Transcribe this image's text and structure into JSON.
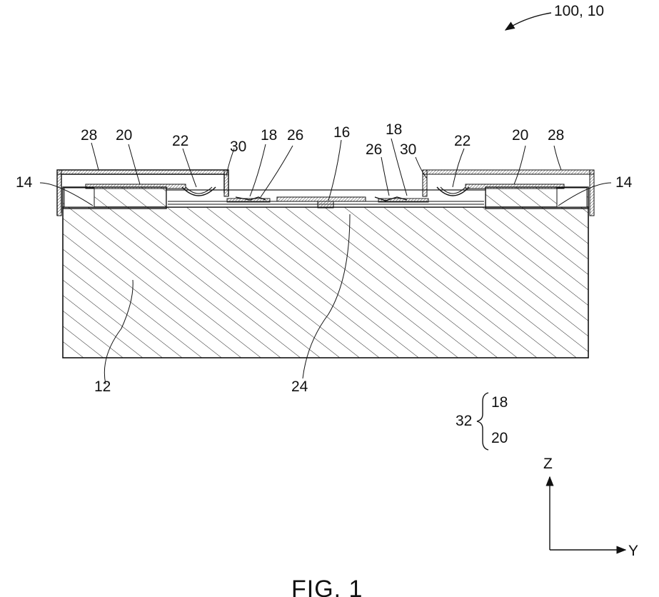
{
  "figure": {
    "caption": "FIG. 1",
    "ref_main": "100, 10"
  },
  "labels": {
    "l28_left": "28",
    "l20_left": "20",
    "l22_left": "22",
    "l30_left": "30",
    "l18_left": "18",
    "l26_left": "26",
    "l16": "16",
    "l18_right": "18",
    "l26_right": "26",
    "l30_right": "30",
    "l22_right": "22",
    "l20_right": "20",
    "l28_right": "28",
    "l14_left": "14",
    "l14_right": "14",
    "l12": "12",
    "l24": "24"
  },
  "legend": {
    "group": "32",
    "member_a": "18",
    "member_b": "20"
  },
  "axes": {
    "z": "Z",
    "y": "Y"
  }
}
